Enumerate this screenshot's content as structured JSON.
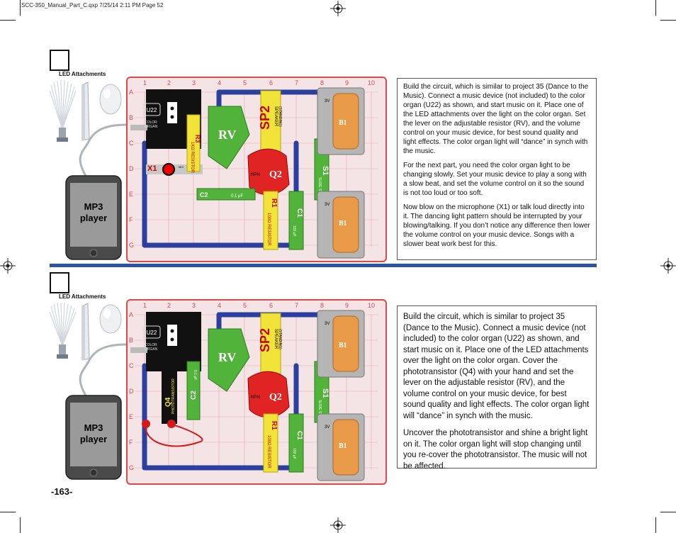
{
  "slug": "SCC-350_Manual_Part_C.qxp  7/25/14  2:11 PM  Page 52",
  "page_number": "-163-",
  "top_project": {
    "led_label": "LED Attachments",
    "column_labels": [
      "1",
      "2",
      "3",
      "4",
      "5",
      "6",
      "7",
      "8",
      "9",
      "10"
    ],
    "row_labels": [
      "A",
      "B",
      "C",
      "D",
      "E",
      "F",
      "G"
    ],
    "mp3_label_line1": "MP3",
    "mp3_label_line2": "player",
    "chip_label": "U22",
    "chip_sub1": "COLOR",
    "chip_sub2": "ORGAN",
    "parts": {
      "r3": "R3",
      "r3_sub": "1KΩ RESISTOR",
      "rv": "RV",
      "sp2": "SP2",
      "sp2_sub1": "SPEAKER",
      "sp2_sub2": "(STANDING)",
      "q2": "Q2",
      "q2_sub": "NPN",
      "r1": "R1",
      "r1_sub": "100Ω RESISTOR",
      "c2": "C2",
      "c2_sub": "0.1 μF",
      "c1": "C1",
      "c1_sub": "100 μF",
      "s1": "S1",
      "s1_sub": "SLIDE SWITCH",
      "b1": "B1",
      "x1": "X1",
      "x1_sub": "MIC",
      "v": "3V"
    },
    "paragraphs": [
      "Build the circuit, which is similar to project 35 (Dance to the Music). Connect a music device (not included) to the color organ (U22) as shown, and start music on it. Place one of the LED attachments over the light on the color organ. Set the lever on the adjustable resistor (RV), and the volume control on your music device, for best sound quality and light effects. The color organ light will “dance” in synch with the music.",
      "For the next part, you need the color organ light to be changing slowly. Set your music device to play a song with a slow beat, and set the volume control on it so the sound is not too loud or too soft.",
      "Now blow on the microphone (X1) or talk loud directly into it. The dancing light pattern should be interrupted by your blowing/talking. If you don’t notice any difference then lower the volume control on your music device. Songs with a slower beat work best for this."
    ]
  },
  "bottom_project": {
    "led_label": "LED Attachments",
    "column_labels": [
      "1",
      "2",
      "3",
      "4",
      "5",
      "6",
      "7",
      "8",
      "9",
      "10"
    ],
    "row_labels": [
      "A",
      "B",
      "C",
      "D",
      "E",
      "F",
      "G"
    ],
    "mp3_label_line1": "MP3",
    "mp3_label_line2": "player",
    "chip_label": "U22",
    "chip_sub1": "COLOR",
    "chip_sub2": "ORGAN",
    "parts": {
      "q4": "Q4",
      "q4_sub": "PHOTOTRANSISTOR",
      "rv": "RV",
      "sp2": "SP2",
      "sp2_sub1": "SPEAKER",
      "sp2_sub2": "(STANDING)",
      "q2": "Q2",
      "q2_sub": "NPN",
      "r1": "R1",
      "r1_sub": "100Ω RESISTOR",
      "c2": "C2",
      "c2_sub": "0.1 μF",
      "c1": "C1",
      "c1_sub": "100 μF",
      "s1": "S1",
      "s1_sub": "SLIDE SWITCH",
      "b1": "B1",
      "v": "3V"
    },
    "paragraphs": [
      "Build the circuit, which is similar to project 35 (Dance to the Music). Connect a music device (not included) to the color organ (U22) as shown, and start music on it. Place one of the LED attachments over the light on the color organ. Cover the phototransistor (Q4) with your hand and set the lever on the adjustable resistor (RV), and the volume control on your music device, for best sound quality and light effects. The color organ light will “dance” in synch with the music.",
      "Uncover the phototransistor and shine a bright light on it. The color organ light will stop changing until you re-cover the phototransistor. The music will not be affected."
    ]
  }
}
